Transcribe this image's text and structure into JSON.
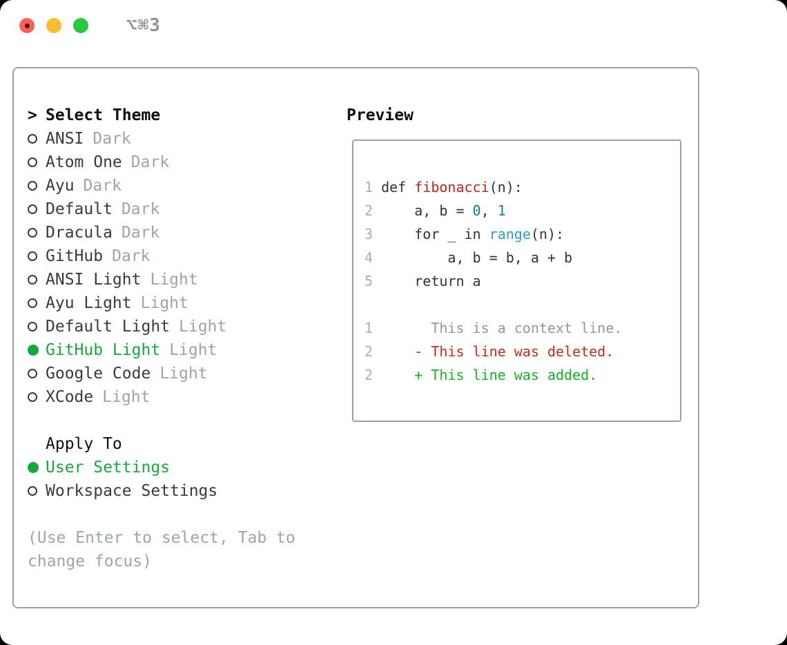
{
  "window": {
    "shortcut": "⌥⌘3"
  },
  "traffic_lights": [
    {
      "name": "close",
      "color_key": "tl_red",
      "has_inner_dot": true
    },
    {
      "name": "minimize",
      "color_key": "tl_yellow",
      "has_inner_dot": false
    },
    {
      "name": "zoom",
      "color_key": "tl_green",
      "has_inner_dot": false
    }
  ],
  "theme_picker": {
    "heading_prefix": ">",
    "heading": "Select Theme",
    "items": [
      {
        "name": "ANSI",
        "variant": "Dark",
        "selected": false
      },
      {
        "name": "Atom One",
        "variant": "Dark",
        "selected": false
      },
      {
        "name": "Ayu",
        "variant": "Dark",
        "selected": false
      },
      {
        "name": "Default",
        "variant": "Dark",
        "selected": false
      },
      {
        "name": "Dracula",
        "variant": "Dark",
        "selected": false
      },
      {
        "name": "GitHub",
        "variant": "Dark",
        "selected": false
      },
      {
        "name": "ANSI Light",
        "variant": "Light",
        "selected": false
      },
      {
        "name": "Ayu Light",
        "variant": "Light",
        "selected": false
      },
      {
        "name": "Default Light",
        "variant": "Light",
        "selected": false
      },
      {
        "name": "GitHub Light",
        "variant": "Light",
        "selected": true
      },
      {
        "name": "Google Code",
        "variant": "Light",
        "selected": false
      },
      {
        "name": "XCode",
        "variant": "Light",
        "selected": false
      }
    ]
  },
  "apply_to": {
    "heading": "Apply To",
    "options": [
      {
        "label": "User Settings",
        "selected": true
      },
      {
        "label": "Workspace Settings",
        "selected": false
      }
    ]
  },
  "hint": "(Use Enter to select, Tab to change focus)",
  "preview": {
    "heading": "Preview",
    "lines": [
      [
        {
          "text": "1 ",
          "style": "lineno"
        },
        {
          "text": "def ",
          "style": "code"
        },
        {
          "text": "fibonacci",
          "style": "func"
        },
        {
          "text": "(n):",
          "style": "code"
        }
      ],
      [
        {
          "text": "2 ",
          "style": "lineno"
        },
        {
          "text": "    a, b = ",
          "style": "code"
        },
        {
          "text": "0",
          "style": "num"
        },
        {
          "text": ", ",
          "style": "code"
        },
        {
          "text": "1",
          "style": "num"
        }
      ],
      [
        {
          "text": "3 ",
          "style": "lineno"
        },
        {
          "text": "    for _ in ",
          "style": "code"
        },
        {
          "text": "range",
          "style": "builtin"
        },
        {
          "text": "(n):",
          "style": "code"
        }
      ],
      [
        {
          "text": "4 ",
          "style": "lineno"
        },
        {
          "text": "        a, b = b, a + b",
          "style": "code"
        }
      ],
      [
        {
          "text": "5 ",
          "style": "lineno"
        },
        {
          "text": "    return a",
          "style": "code"
        }
      ],
      [],
      [
        {
          "text": "1 ",
          "style": "lineno"
        },
        {
          "text": "      This is a context line.",
          "style": "context"
        }
      ],
      [
        {
          "text": "2 ",
          "style": "lineno"
        },
        {
          "text": "    - This line was deleted.",
          "style": "deleted"
        }
      ],
      [
        {
          "text": "2 ",
          "style": "lineno"
        },
        {
          "text": "    + This line was added.",
          "style": "added"
        }
      ]
    ]
  },
  "colors": {
    "border": "#99a2ac",
    "muted": "#9aa5b2",
    "text": "#343b44",
    "heading": "#0d1117",
    "accent_green": "#17a93a",
    "lineno": "#a6b0bb",
    "code": "#2c333b",
    "func_red": "#b5281b",
    "number_teal": "#0e7e8a",
    "builtin_blue": "#2d9dc9",
    "diff_context": "#8f979f",
    "diff_deleted": "#c52b1c",
    "diff_added": "#13b125",
    "tl_red": "#ff5f57",
    "tl_yellow": "#febc2e",
    "tl_green": "#28c840",
    "tl_red_dot": "#4a150f",
    "shortcut_text": "#8e939a"
  }
}
